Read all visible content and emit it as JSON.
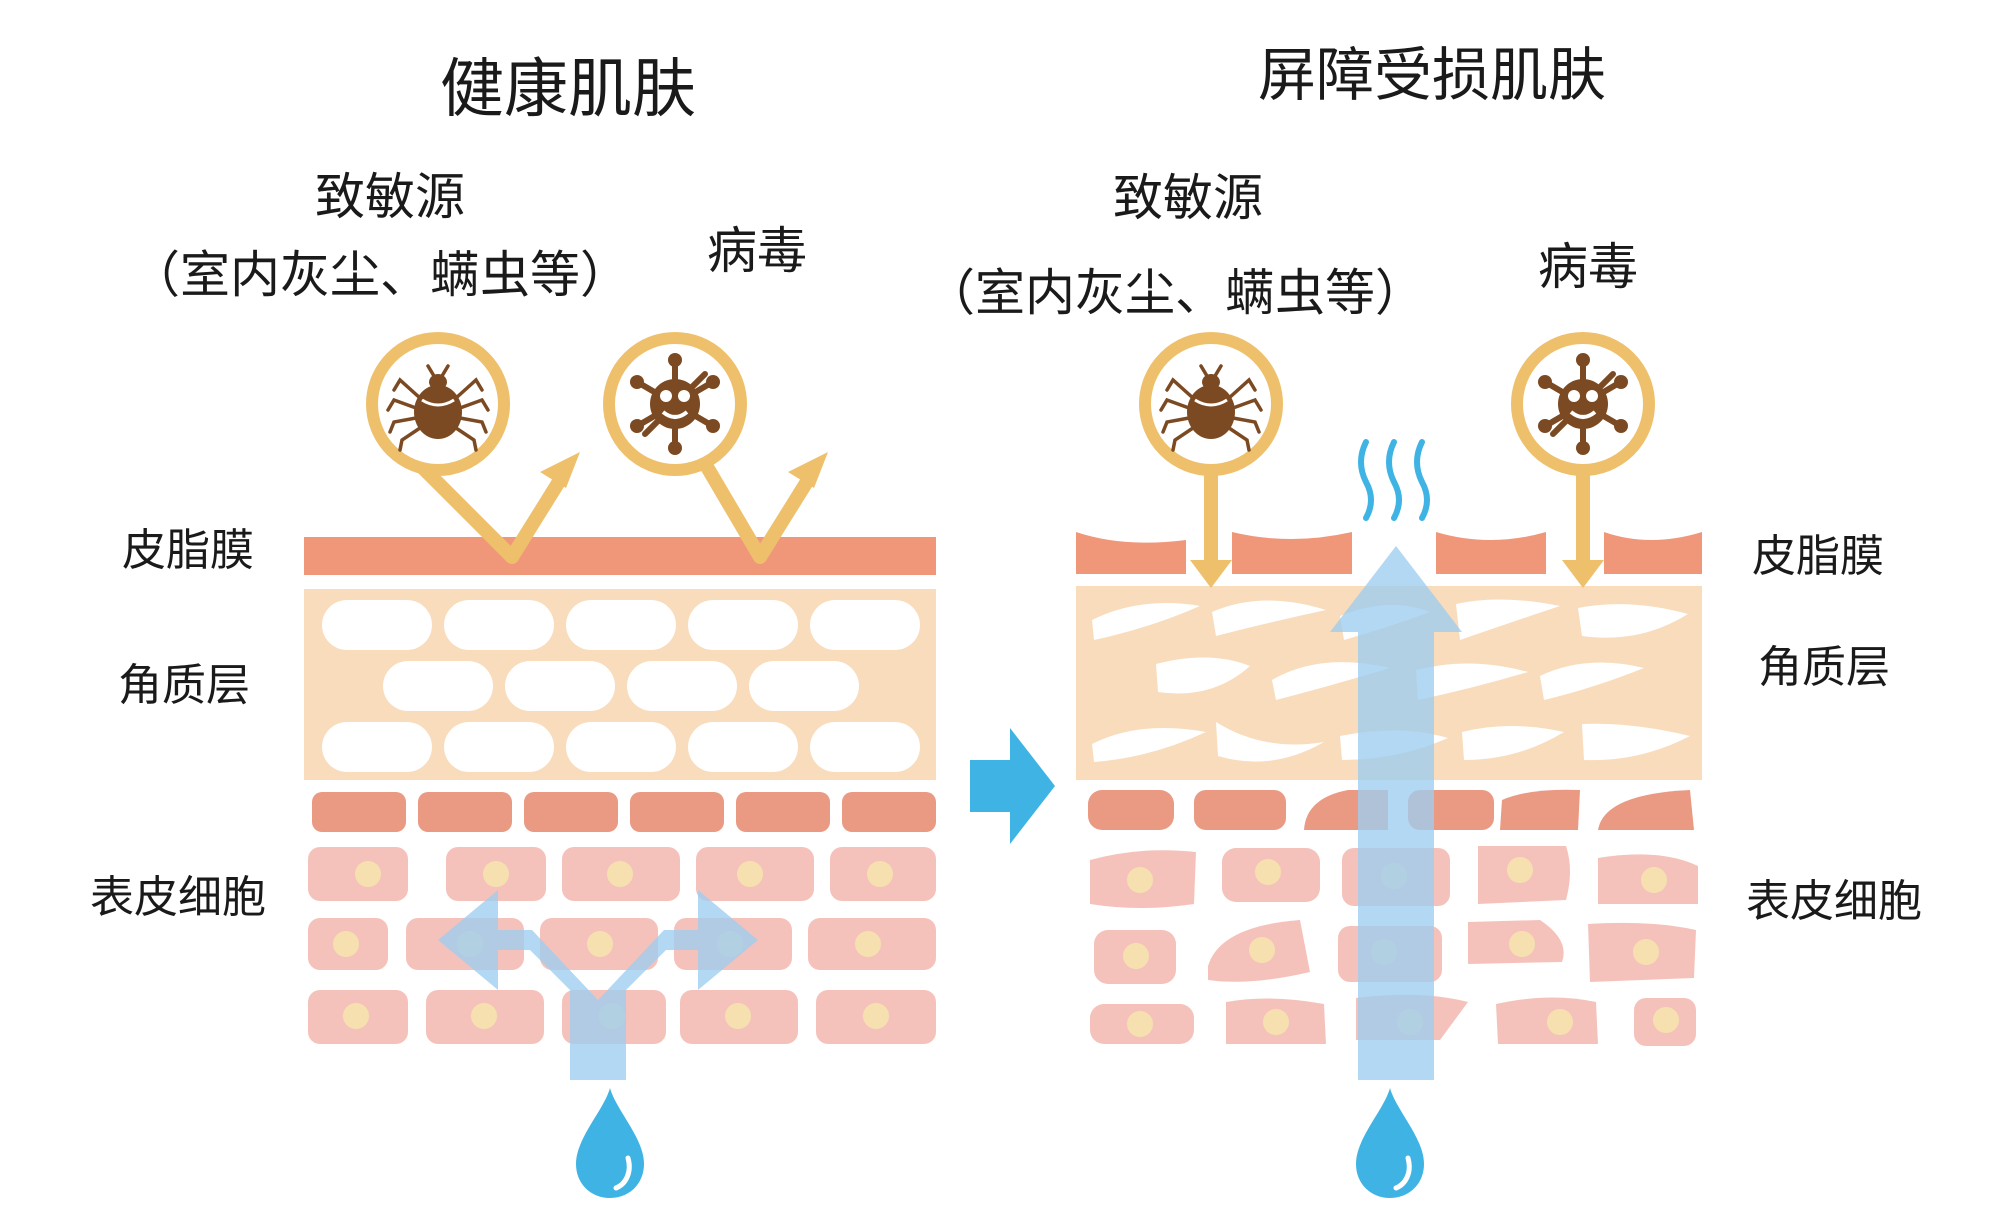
{
  "panels": {
    "healthy": {
      "title": "健康肌肤",
      "allergen_label": "致敏源",
      "allergen_examples": "（室内灰尘、螨虫等）",
      "virus_label": "病毒",
      "layers": {
        "sebum": "皮脂膜",
        "stratum_corneum": "角质层",
        "epidermal_cells": "表皮细胞"
      }
    },
    "damaged": {
      "title": "屏障受损肌肤",
      "allergen_label": "致敏源",
      "allergen_examples": "（室内灰尘、螨虫等）",
      "virus_label": "病毒",
      "layers": {
        "sebum": "皮脂膜",
        "stratum_corneum": "角质层",
        "epidermal_cells": "表皮细胞"
      }
    }
  },
  "icons": [
    "mite-icon",
    "virus-icon",
    "water-drop-icon",
    "arrow-right-icon",
    "water-vapor-icon"
  ],
  "colors": {
    "sebum": "#f0977a",
    "corneum_bg": "#f8dcbc",
    "basal_cell": "#ea9a82",
    "epidermal_cell": "#f5c2bb",
    "nucleus": "#f6e0b0",
    "badge_ring": "#eec06c",
    "bug": "#7c4a22",
    "water": "#3fb4e4",
    "water_flow": "#9ecdef"
  }
}
